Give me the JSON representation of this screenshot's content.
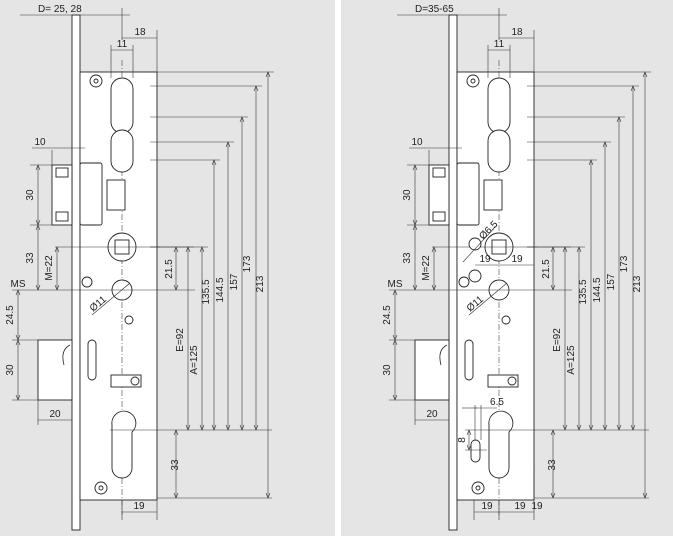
{
  "colors": {
    "panel_bg": "#e5e5e5",
    "line": "#222222",
    "part_fill": "#ffffff"
  },
  "panels": [
    {
      "variant": "standard",
      "labels": {
        "backset": "D= 25, 28",
        "dim_18": "18",
        "dim_11": "11",
        "dim_10": "10",
        "latch_30": "30",
        "dim_33_left": "33",
        "m": "M=22",
        "ms": "MS",
        "dim_24_5": "24.5",
        "bolt_30": "30",
        "bolt_20": "20",
        "dim_21_5": "21.5",
        "dia_11": "Ø11",
        "e": "E=92",
        "a": "A=125",
        "dim_135_5": "135.5",
        "dim_144_5": "144.5",
        "dim_157": "157",
        "dim_173": "173",
        "dim_213": "213",
        "dim_33_bottom": "33",
        "dim_19": "19"
      }
    },
    {
      "variant": "extended",
      "labels": {
        "backset": "D=35-65",
        "dim_18": "18",
        "dim_11": "11",
        "dim_10": "10",
        "latch_30": "30",
        "dim_33_left": "33",
        "m": "M=22",
        "ms": "MS",
        "dim_24_5": "24.5",
        "bolt_30": "30",
        "bolt_20": "20",
        "dim_21_5": "21.5",
        "dia_11": "Ø11",
        "e": "E=92",
        "a": "A=125",
        "dim_135_5": "135.5",
        "dim_144_5": "144.5",
        "dim_157": "157",
        "dim_173": "173",
        "dim_213": "213",
        "dim_33_bottom": "33",
        "dim_19": "19",
        "dia_6_5": "Ø6.5",
        "hole_19_left": "19",
        "hole_19_right": "19",
        "dim_6_5": "6.5",
        "dim_8": "8",
        "dim_19_left": "19",
        "dim_19_right": "19"
      }
    }
  ]
}
